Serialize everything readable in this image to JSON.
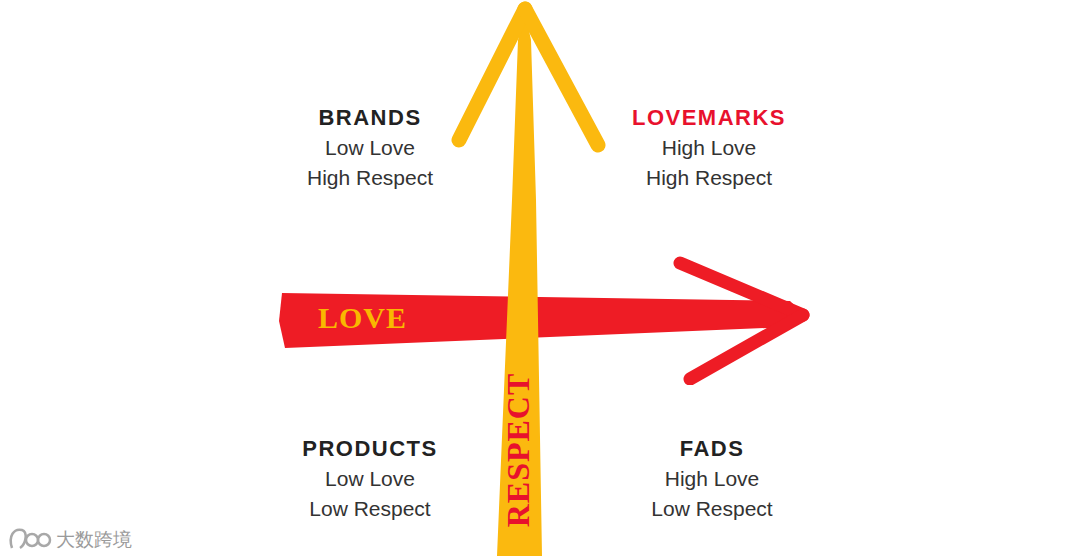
{
  "diagram": {
    "nodes": [
      {
        "text": [
          "LOVE"
        ]
      },
      {
        "text": [
          "RESPECT"
        ]
      }
    ],
    "labels": [
      "BRANDS",
      "Low Love",
      "High Respect",
      "LOVEMARKS",
      "High Love",
      "High Respect",
      "PRODUCTS",
      "Low Love",
      "Low Respect",
      "FADS",
      "High Love",
      "Low Respect",
      "大数跨境"
    ]
  }
}
